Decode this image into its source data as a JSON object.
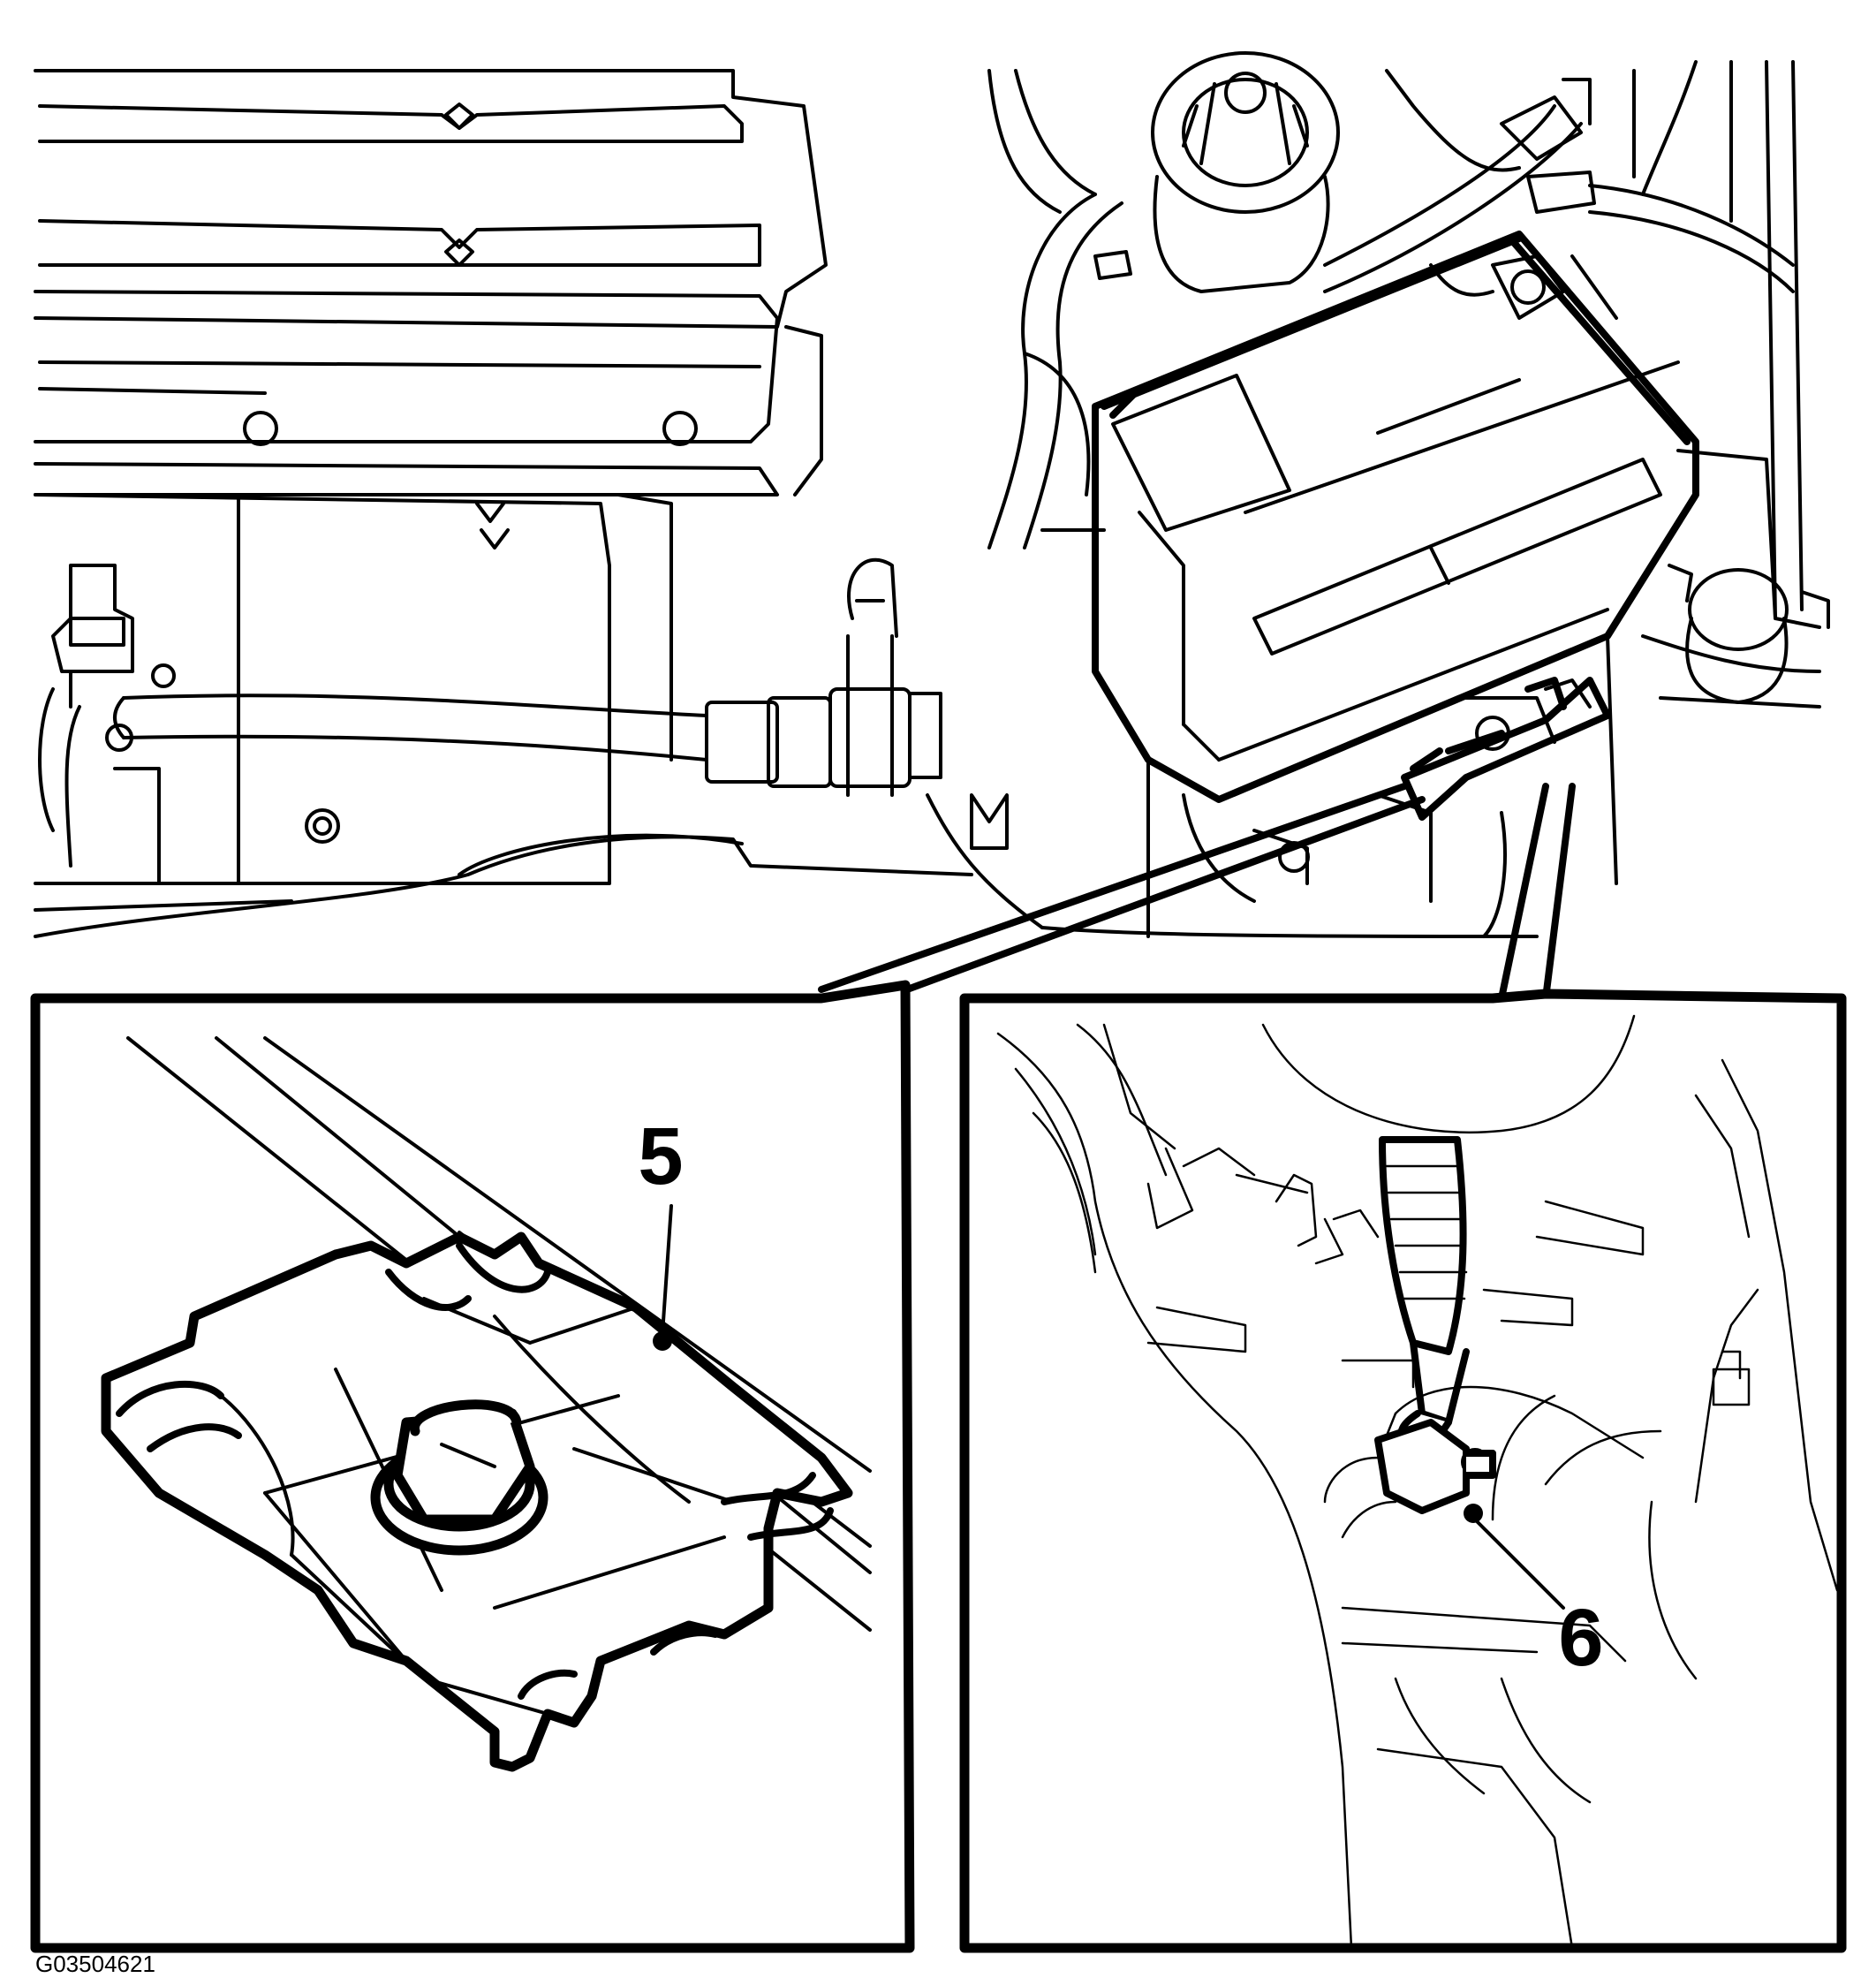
{
  "callouts": {
    "left_detail": "5",
    "right_detail": "6"
  },
  "figure_id": "G03504621",
  "colors": {
    "ink": "#000000",
    "paper": "#ffffff"
  }
}
